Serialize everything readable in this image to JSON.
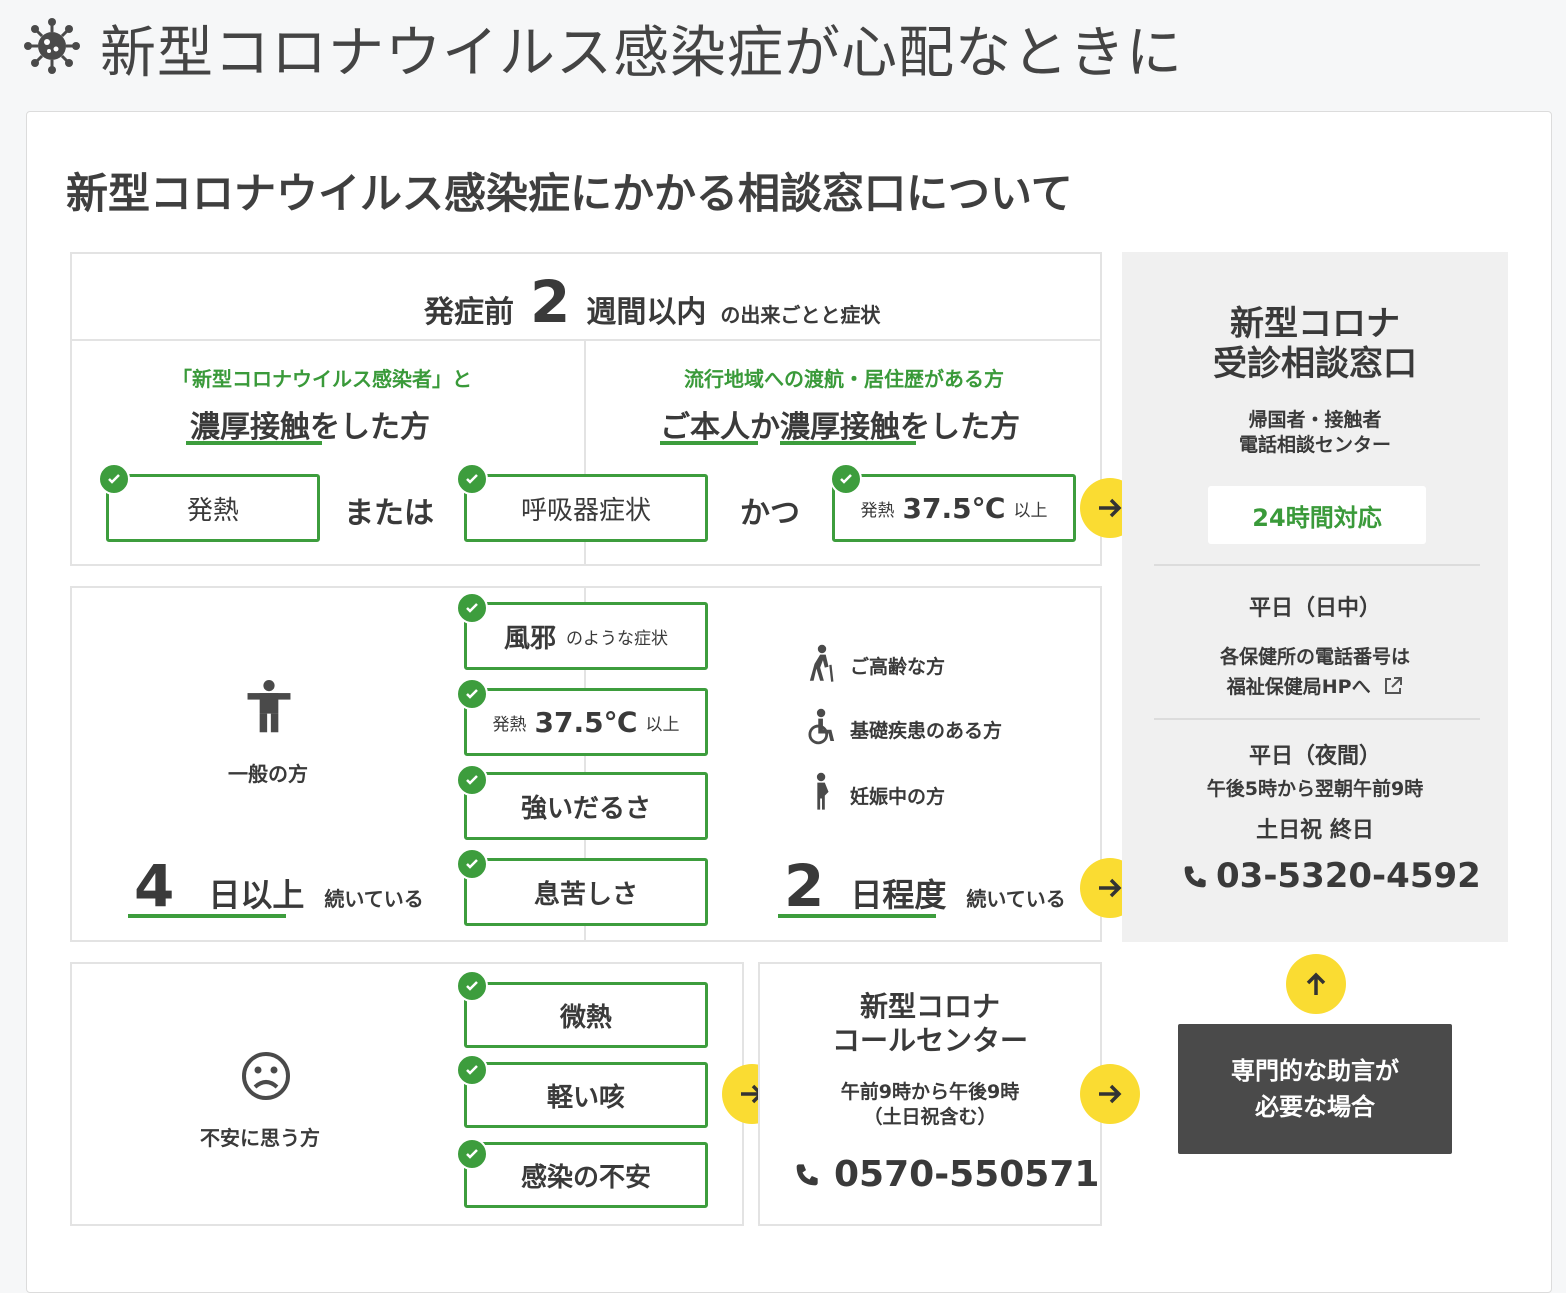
{
  "header": {
    "title": "新型コロナウイルス感染症が心配なときに",
    "icon": "virus-icon"
  },
  "card": {
    "title": "新型コロナウイルス感染症にかかる相談窓口について"
  },
  "section1": {
    "pre": "発症前",
    "num": "2",
    "weeks": "週間以内",
    "suffix": "の出来ごとと症状",
    "left": {
      "note": "「新型コロナウイルス感染者」と",
      "main_ul": "濃厚接触",
      "main_rest": "をした方"
    },
    "right": {
      "note": "流行地域への渡航・居住歴がある方",
      "main_a": "ご本人",
      "main_b": "か",
      "main_c": "濃厚接触",
      "main_d": "をした方"
    },
    "sym1": "発熱",
    "or": "または",
    "sym2": "呼吸器症状",
    "and": "かつ",
    "sym3_small": "発熱",
    "sym3_num": "37.5℃",
    "sym3_suffix": "以上"
  },
  "section2": {
    "label": "一般の方",
    "days_num": "4",
    "days_unit": "日以上",
    "days_suffix": "続いている",
    "sym1_main": "風邪",
    "sym1_sub": "のような症状",
    "sym2_small": "発熱",
    "sym2_num": "37.5℃",
    "sym2_suffix": "以上",
    "sym3": "強いだるさ",
    "sym4": "息苦しさ",
    "risk1": "ご高齢な方",
    "risk2": "基礎疾患のある方",
    "risk3": "妊娠中の方",
    "days2_num": "2",
    "days2_unit": "日程度",
    "days2_suffix": "続いている"
  },
  "section3": {
    "label": "不安に思う方",
    "sym1": "微熱",
    "sym2": "軽い咳",
    "sym3": "感染の不安"
  },
  "callcenter": {
    "title1": "新型コロナ",
    "title2": "コールセンター",
    "hours1": "午前9時から午後9時",
    "hours2": "（土日祝含む）",
    "phone": "0570-550571"
  },
  "sidepanel": {
    "title1": "新型コロナ",
    "title2": "受診相談窓口",
    "sub1": "帰国者・接触者",
    "sub2": "電話相談センター",
    "badge": "24時間対応",
    "weekday_day": "平日（日中）",
    "health1": "各保健所の電話番号は",
    "health2": "福祉保健局HPへ",
    "weekday_night": "平日（夜間）",
    "night_hours": "午後5時から翌朝午前9時",
    "weekend": "土日祝 終日",
    "phone": "03-5320-4592"
  },
  "advice": {
    "line1": "専門的な助言が",
    "line2": "必要な場合"
  },
  "colors": {
    "green": "#3d9d3d",
    "yellow": "#fadc32",
    "dark": "#4a4a4a",
    "panel": "#f0f0f0"
  }
}
